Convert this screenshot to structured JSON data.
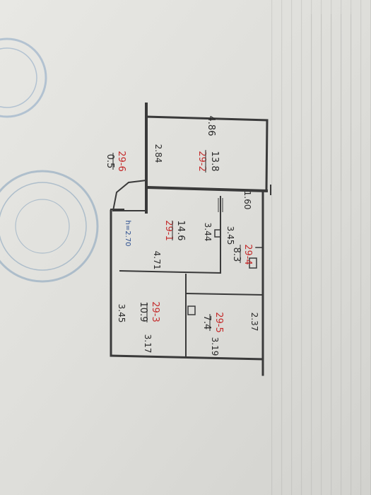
{
  "colors": {
    "paper": "#e4e4e0",
    "wall": "#3a3a3a",
    "ink": "#2a2a2a",
    "red": "#c42a2a",
    "blue": "#2a4d8f",
    "stamp": "#7a9ab8"
  },
  "rooms": [
    {
      "id": "29-2",
      "area": "13.8"
    },
    {
      "id": "29-6",
      "area": "0.5"
    },
    {
      "id": "29-1",
      "area": "14.6"
    },
    {
      "id": "29-4",
      "area": "8.3"
    },
    {
      "id": "29-3",
      "area": "10.9"
    },
    {
      "id": "29-5",
      "area": "7.4"
    }
  ],
  "dimensions": {
    "d486": "4.86",
    "d284": "2.84",
    "d160": "1.60",
    "d344": "3.44",
    "d345a": "3.45",
    "d471": "4.71",
    "d345b": "3.45",
    "d317": "3.17",
    "d319": "3.19",
    "d237": "2.37"
  },
  "ceiling_height": "h=2.70"
}
